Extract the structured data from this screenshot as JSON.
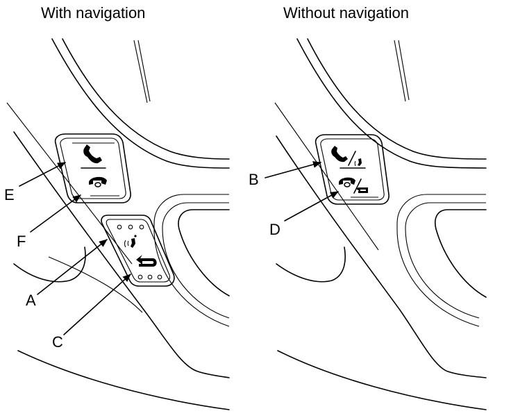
{
  "captions": {
    "left": "With navigation",
    "right": "Without navigation"
  },
  "callouts": {
    "A": "A",
    "B": "B",
    "C": "C",
    "D": "D",
    "E": "E",
    "F": "F"
  },
  "icons": {
    "pick_up": "phone-pickup-icon",
    "hang_up": "phone-hangup-icon",
    "talk": "talk-voice-icon",
    "back": "back-arrow-icon"
  }
}
